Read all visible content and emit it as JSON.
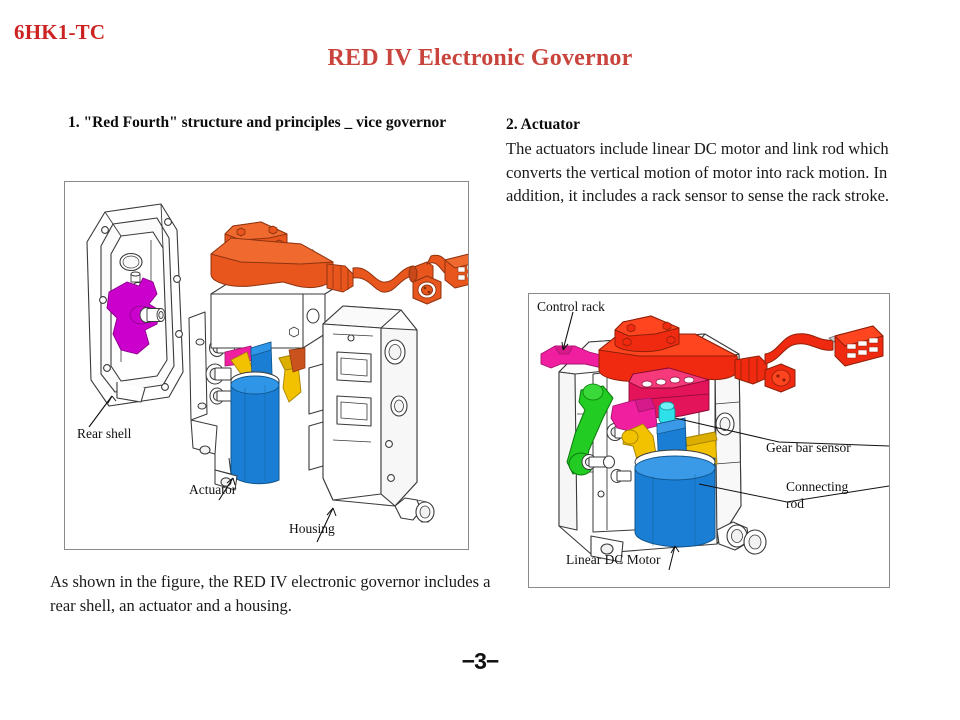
{
  "header": {
    "model_code": "6HK1-TC",
    "title": "RED IV Electronic Governor",
    "model_code_color": "#cc2222",
    "title_color": "#c8443c"
  },
  "sections": {
    "section1": {
      "heading": "1. \"Red Fourth\" structure and principles _ vice governor",
      "caption": "As shown in the figure, the RED IV electronic governor includes a rear shell, an actuator and a housing."
    },
    "section2": {
      "heading": "2. Actuator",
      "body": "The actuators include linear DC motor and link rod which converts the vertical motion of motor into rack motion. In addition, it includes a rack sensor to sense the rack stroke."
    }
  },
  "left_figure": {
    "labels": {
      "rear_shell": "Rear shell",
      "actuator": "Actuator",
      "housing": "Housing"
    }
  },
  "right_figure": {
    "labels": {
      "control_rack": "Control rack",
      "gear_bar_sensor": "Gear bar sensor",
      "connecting_rod": "Connecting rod",
      "linear_dc_motor": "Linear DC Motor"
    }
  },
  "footer": {
    "page_number": "−3−"
  },
  "palette": {
    "orange_cover": "#e8561d",
    "red_cover": "#f02a10",
    "crimson_block": "#e3145a",
    "magenta_part": "#cc00cc",
    "pink_rack": "#f01fa0",
    "blue_motor": "#1a7fd4",
    "yellow_link": "#f2c200",
    "green_lever": "#22cc22",
    "cyan_pin": "#2ee0e8",
    "line_gray": "#4a4a4a",
    "box_border": "#8a8a8a"
  }
}
